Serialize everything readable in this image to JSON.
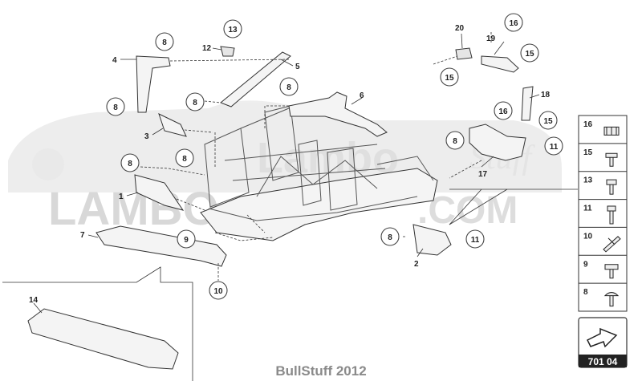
{
  "watermark": {
    "main": "LAMBO",
    "suffix": ".COM",
    "brand": "Lambo",
    "script": "Stuff"
  },
  "callouts": {
    "c8a": "8",
    "c13": "13",
    "c8b": "8",
    "c8c": "8",
    "c8d": "8",
    "c8e": "8",
    "c8f": "8",
    "c8g": "8",
    "c8h": "8",
    "c9": "9",
    "c10": "10",
    "c15a": "15",
    "c15b": "15",
    "c15c": "15",
    "c16a": "16",
    "c16b": "16",
    "c11a": "11",
    "c11b": "11",
    "c20": "20"
  },
  "labels": {
    "l1": "1",
    "l2": "2",
    "l3": "3",
    "l4": "4",
    "l5": "5",
    "l6": "6",
    "l7": "7",
    "l12": "12",
    "l14": "14",
    "l17": "17",
    "l18": "18",
    "l19": "19"
  },
  "legend": {
    "items": [
      "16",
      "15",
      "13",
      "11",
      "10",
      "9",
      "8"
    ],
    "icons": [
      "grommet-icon",
      "screw-icon",
      "bolt-icon",
      "bolt-long-icon",
      "bolt-washer-icon",
      "flange-bolt-icon",
      "flange-screw-icon"
    ]
  },
  "diagram_code": "701 04",
  "footer": "BullStuff 2012"
}
